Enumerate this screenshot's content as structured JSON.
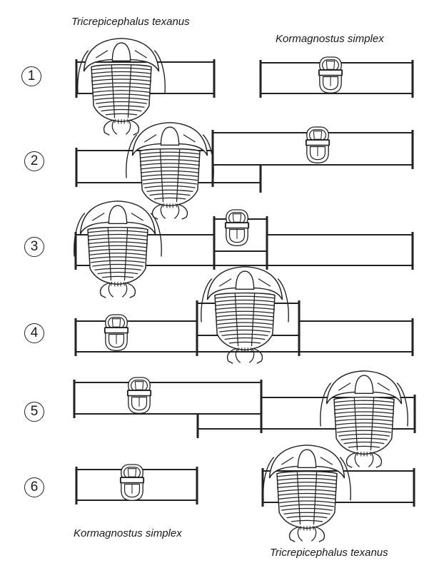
{
  "labels": {
    "top_left": "Tricrepicephalus  texanus",
    "top_right": "Kormagnostus simplex",
    "bottom_left": "Kormagnostus simplex",
    "bottom_right": "Tricrepicephalus  texanus"
  },
  "rows": [
    {
      "number": "1"
    },
    {
      "number": "2"
    },
    {
      "number": "3"
    },
    {
      "number": "4"
    },
    {
      "number": "5"
    },
    {
      "number": "6"
    }
  ],
  "colors": {
    "line": "#222222",
    "background": "#ffffff"
  },
  "icons": {
    "large_trilobite": "tricrepicephalus-trilobite-icon",
    "small_trilobite": "kormagnostus-trilobite-icon"
  }
}
